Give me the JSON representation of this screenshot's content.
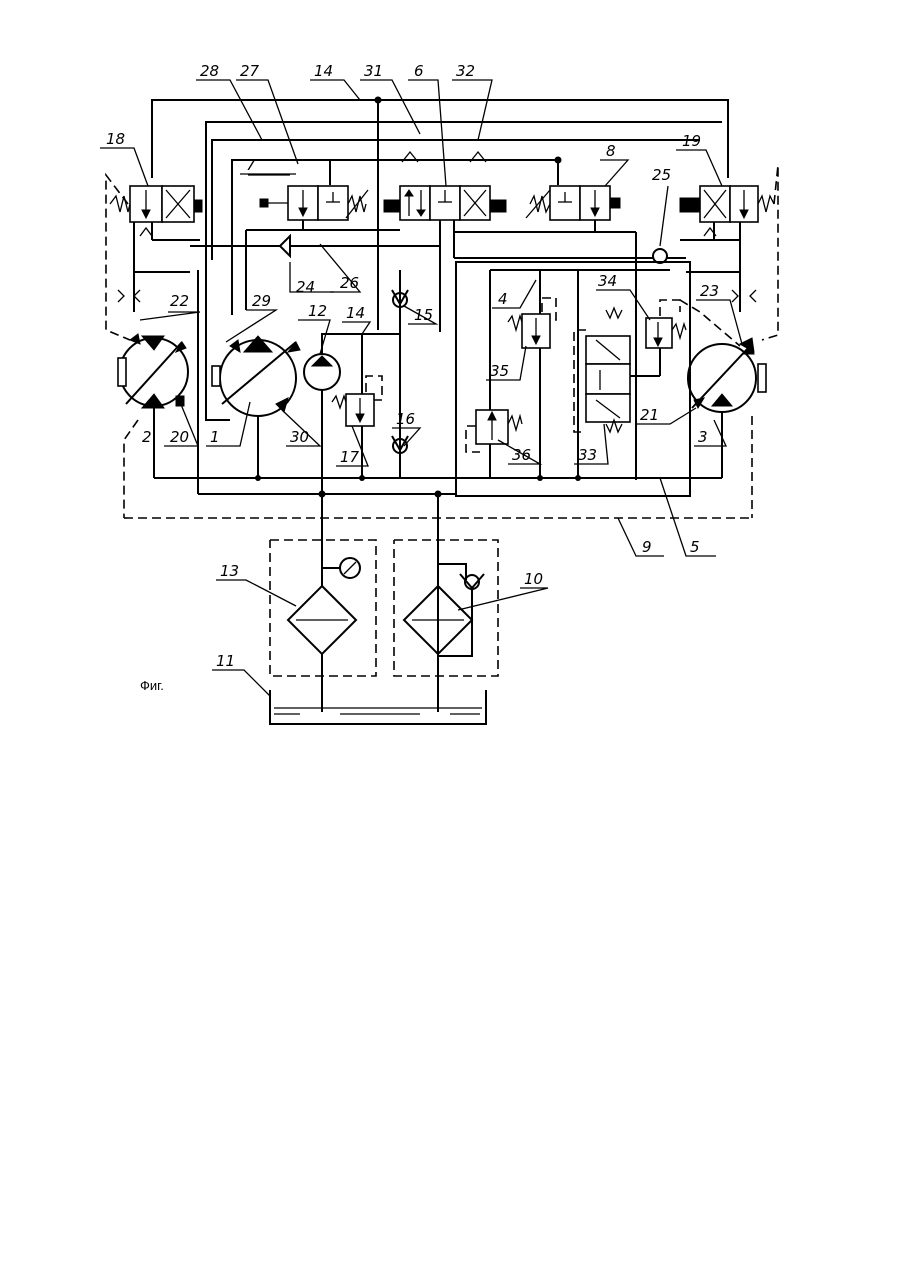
{
  "figure": {
    "caption": "Фиг.",
    "labels": [
      {
        "id": "28",
        "text": "28"
      },
      {
        "id": "27",
        "text": "27"
      },
      {
        "id": "14a",
        "text": "14"
      },
      {
        "id": "31",
        "text": "31"
      },
      {
        "id": "6",
        "text": "6"
      },
      {
        "id": "32",
        "text": "32"
      },
      {
        "id": "18",
        "text": "18"
      },
      {
        "id": "8",
        "text": "8"
      },
      {
        "id": "19",
        "text": "19"
      },
      {
        "id": "7",
        "text": "7"
      },
      {
        "id": "25",
        "text": "25"
      },
      {
        "id": "22",
        "text": "22"
      },
      {
        "id": "29",
        "text": "29"
      },
      {
        "id": "12",
        "text": "12"
      },
      {
        "id": "24",
        "text": "24"
      },
      {
        "id": "26",
        "text": "26"
      },
      {
        "id": "14b",
        "text": "14"
      },
      {
        "id": "15",
        "text": "15"
      },
      {
        "id": "4",
        "text": "4"
      },
      {
        "id": "34",
        "text": "34"
      },
      {
        "id": "23",
        "text": "23"
      },
      {
        "id": "35",
        "text": "35"
      },
      {
        "id": "2",
        "text": "2"
      },
      {
        "id": "20",
        "text": "20"
      },
      {
        "id": "1",
        "text": "1"
      },
      {
        "id": "30",
        "text": "30"
      },
      {
        "id": "17",
        "text": "17"
      },
      {
        "id": "16",
        "text": "16"
      },
      {
        "id": "36",
        "text": "36"
      },
      {
        "id": "33",
        "text": "33"
      },
      {
        "id": "21",
        "text": "21"
      },
      {
        "id": "3",
        "text": "3"
      },
      {
        "id": "9",
        "text": "9"
      },
      {
        "id": "5",
        "text": "5"
      },
      {
        "id": "13",
        "text": "13"
      },
      {
        "id": "10",
        "text": "10"
      },
      {
        "id": "11",
        "text": "11"
      }
    ]
  }
}
